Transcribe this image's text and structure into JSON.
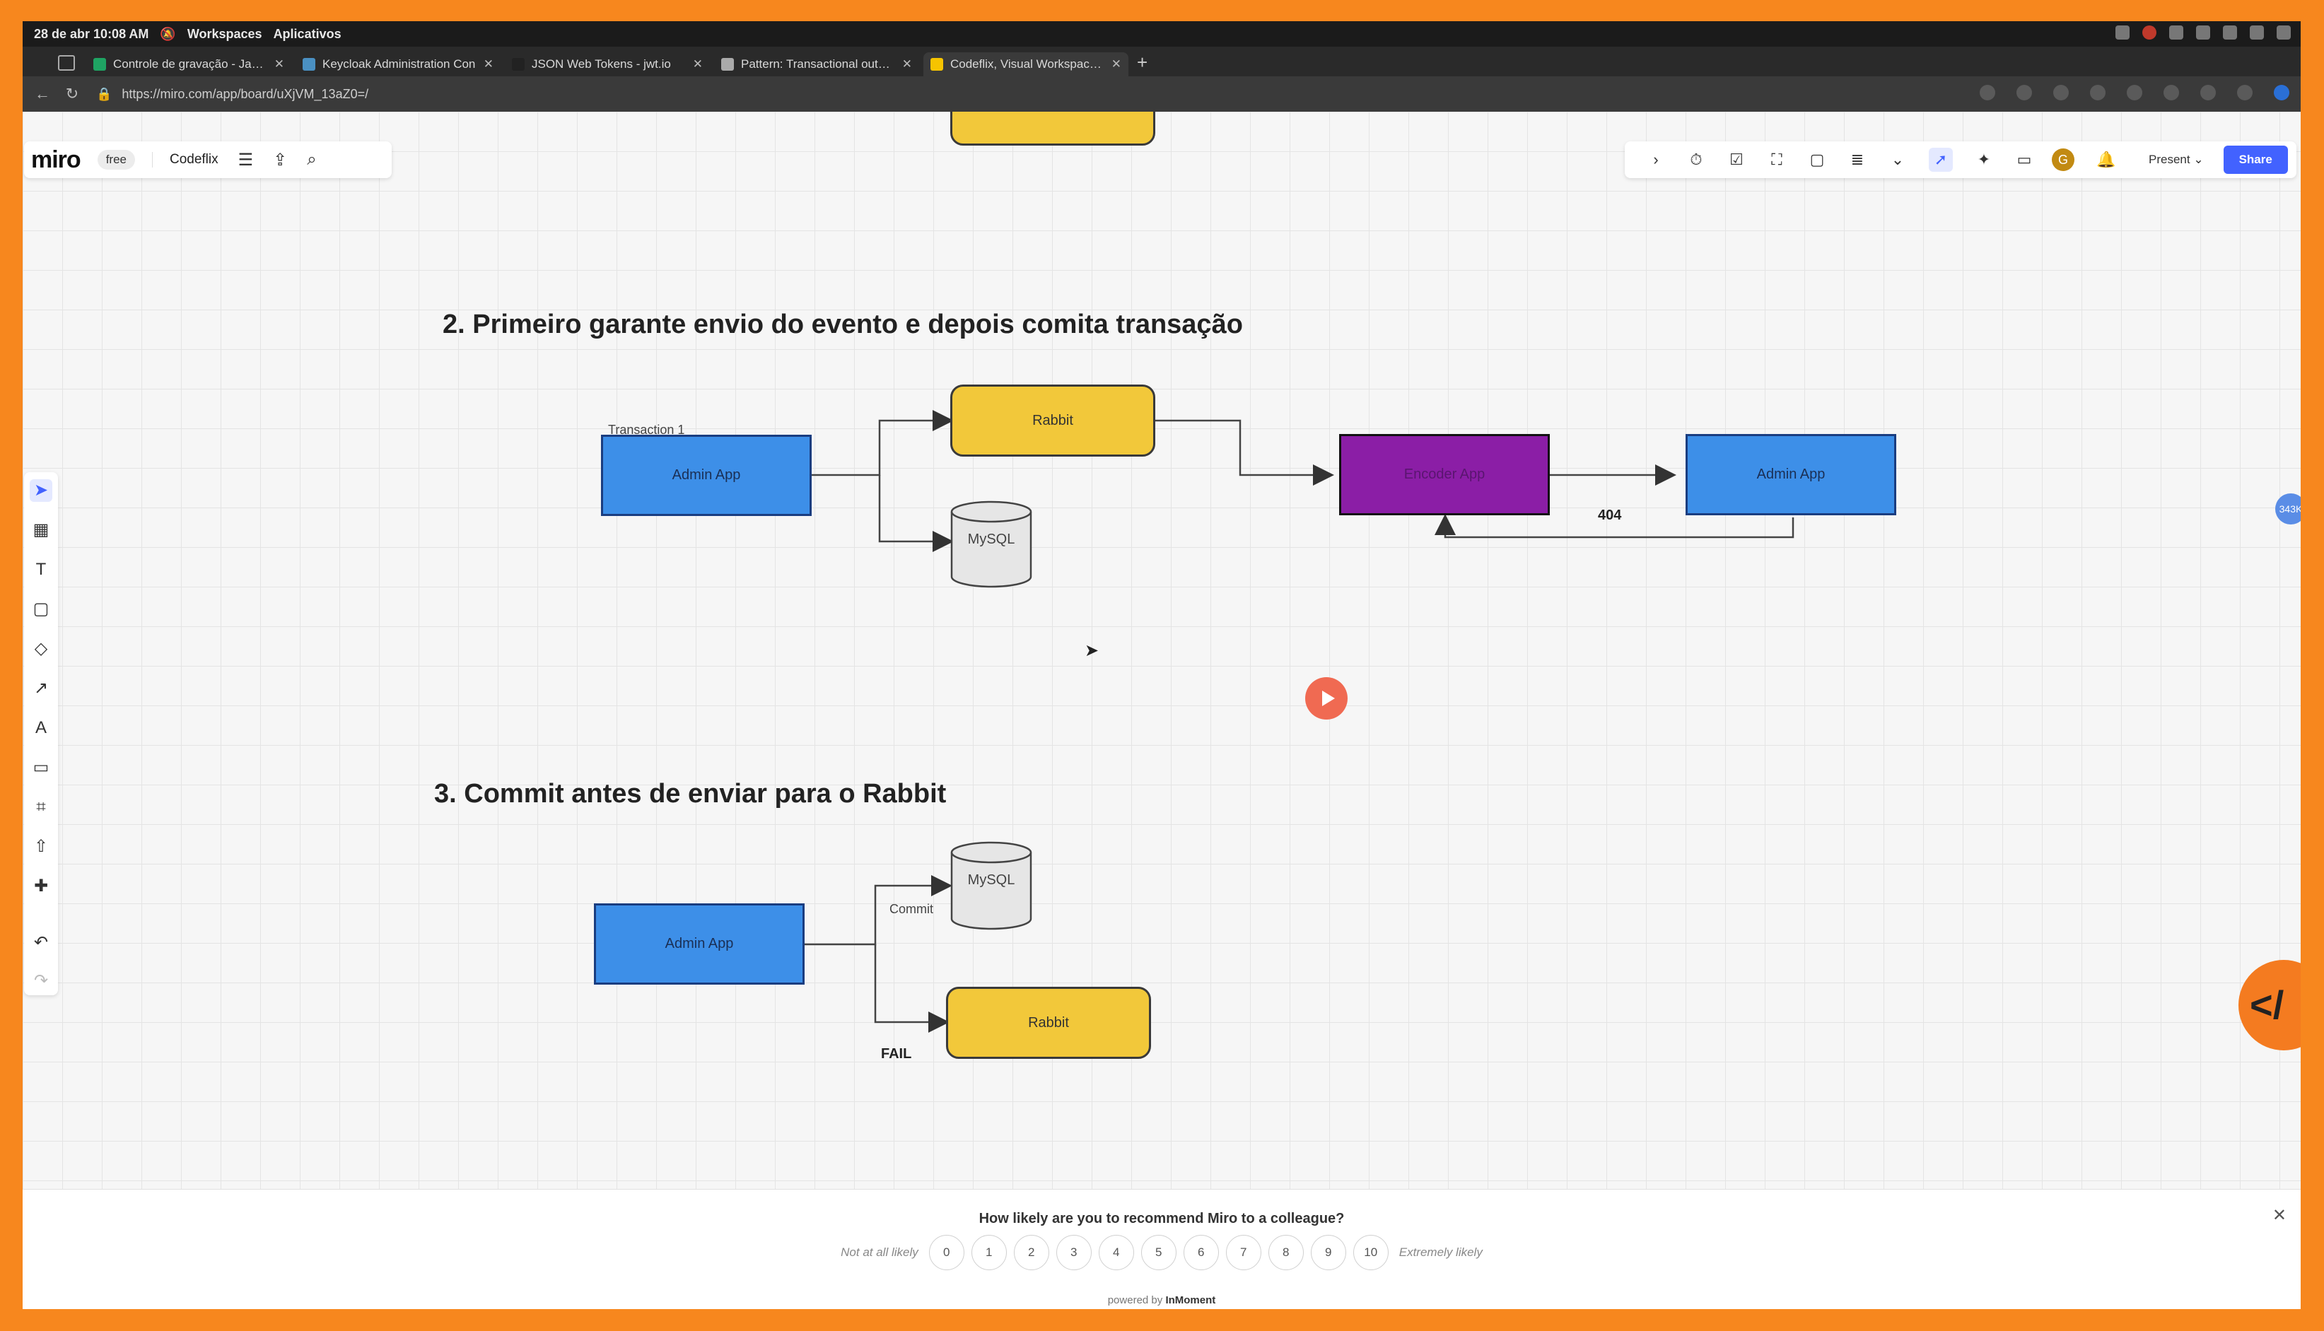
{
  "os": {
    "datetime": "28 de abr  10:08 AM",
    "menu": [
      "Workspaces",
      "Aplicativos"
    ]
  },
  "tabs": [
    {
      "label": "Controle de gravação - Java -",
      "favicon_color": "#1fa463"
    },
    {
      "label": "Keycloak Administration Con",
      "favicon_color": "#4a90c2"
    },
    {
      "label": "JSON Web Tokens - jwt.io",
      "favicon_color": "#222222"
    },
    {
      "label": "Pattern: Transactional outbox",
      "favicon_color": "#aaaaaa"
    },
    {
      "label": "Codeflix, Visual Workspace fo",
      "favicon_color": "#f6c400"
    }
  ],
  "address": {
    "url": "https://miro.com/app/board/uXjVM_13aZ0=/"
  },
  "miro": {
    "logo": "miro",
    "plan": "free",
    "board_name": "Codeflix"
  },
  "toolbar": {
    "present": "Present",
    "share": "Share",
    "avatar": "G"
  },
  "diagram": {
    "heading2": "2. Primeiro garante envio do evento e depois comita transação",
    "heading3": "3. Commit antes de enviar para o Rabbit",
    "s2": {
      "transaction_label": "Transaction 1",
      "admin_app": "Admin App",
      "rabbit": "Rabbit",
      "mysql": "MySQL",
      "encoder_app": "Encoder App",
      "admin_app_right": "Admin App",
      "status_404": "404"
    },
    "s3": {
      "admin_app": "Admin App",
      "mysql": "MySQL",
      "commit": "Commit",
      "rabbit": "Rabbit",
      "fail": "FAIL"
    }
  },
  "zoom_badge": "343K",
  "code_button": "</",
  "survey": {
    "question": "How likely are you to recommend Miro to a colleague?",
    "low": "Not at all likely",
    "high": "Extremely likely",
    "scale": [
      "0",
      "1",
      "2",
      "3",
      "4",
      "5",
      "6",
      "7",
      "8",
      "9",
      "10"
    ],
    "powered_prefix": "powered by ",
    "powered_brand": "InMoment"
  },
  "colors": {
    "app_blue": "#3d8fe8",
    "rabbit_yellow": "#f2c83a",
    "encoder_purple": "#8b1ea6",
    "miro_accent": "#4262ff",
    "frame_orange": "#f7871e"
  }
}
